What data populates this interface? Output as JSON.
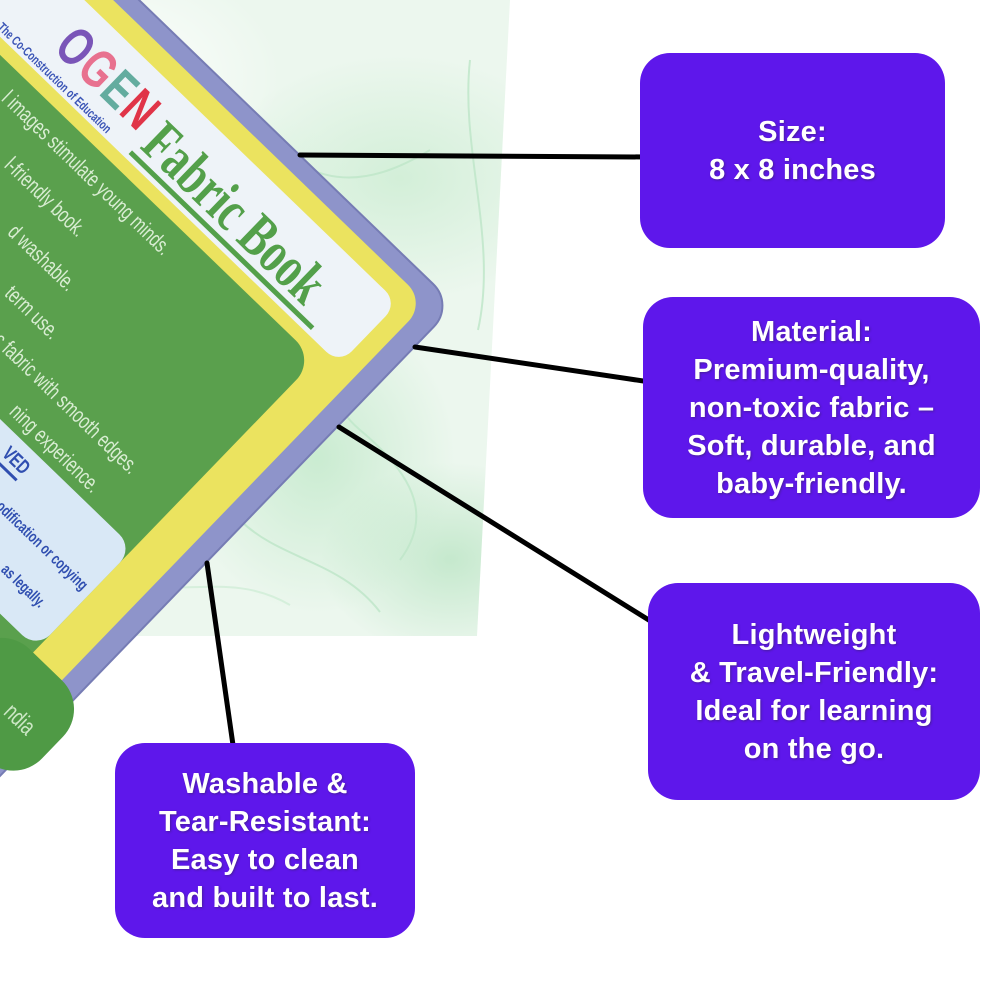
{
  "page": {
    "background_color": "#ffffff",
    "texture": {
      "description": "light green marble texture behind the book photo",
      "base_color": "#ecf7ee",
      "vein_color": "#bfe5c8"
    }
  },
  "book": {
    "logo": {
      "chars": [
        "O",
        "G",
        "E",
        "N"
      ],
      "colors": [
        "#7a55b8",
        "#e8718f",
        "#63ac9f",
        "#e03448"
      ]
    },
    "tagline": "The Co-Construction of Education",
    "title": "Fabric Book",
    "feature_fragments": [
      "l images stimulate young minds.",
      "l-friendly book.",
      "d washable.",
      "term use.",
      "c fabric with smooth edges.",
      "ning experience."
    ],
    "legal_fragments": [
      "VED",
      "odification or copying",
      "as legally."
    ],
    "made_in_fragment": "ndia",
    "colors": {
      "cover_yellow": "#ebe35f",
      "panel_green": "#5aa04d",
      "page_edge_blue": "#8e94ca",
      "banner_white": "#eef3f8",
      "title_green": "#53a04a",
      "legal_blue": "#2f4eb0"
    }
  },
  "callouts": [
    {
      "id": "size",
      "lines": [
        "Size:",
        "8 x 8 inches"
      ]
    },
    {
      "id": "material",
      "lines": [
        "Material:",
        "Premium-quality,",
        "non-toxic fabric –",
        "Soft, durable, and",
        "baby-friendly."
      ]
    },
    {
      "id": "travel",
      "lines": [
        "Lightweight",
        "& Travel-Friendly:",
        "Ideal for learning",
        "on the go."
      ]
    },
    {
      "id": "washable",
      "lines": [
        "Washable &",
        "Tear-Resistant:",
        "Easy to clean",
        "and built to last."
      ]
    }
  ],
  "callout_style": {
    "background": "#5E17EB",
    "text_color": "#ffffff"
  },
  "connector_color": "#000000"
}
